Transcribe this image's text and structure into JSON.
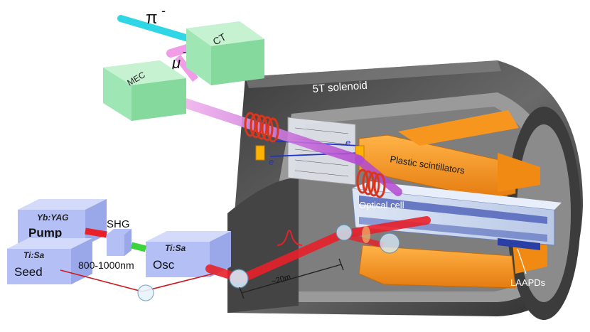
{
  "beam": {
    "pion": "π",
    "pion_charge": "-",
    "muon": "μ",
    "muon_charge": "-",
    "ct": "CT",
    "mec": "MEC"
  },
  "detector": {
    "solenoid": "5T solenoid",
    "scintillators": "Plastic scintillators",
    "optical_cell": "Optical cell",
    "laapds": "LAAPDs",
    "electron_upper": "e",
    "electron_lower": "e"
  },
  "laser": {
    "yag_line1": "Yb:YAG",
    "yag_line2": "Pump",
    "shg": "SHG",
    "seed_line1": "Ti:Sa",
    "seed_line2": "Seed",
    "osc_line1": "Ti:Sa",
    "osc_line2": "Osc",
    "wavelength": "800-1000nm",
    "distance": "~20m"
  },
  "colors": {
    "box_green": "#9ee6b3",
    "box_blue": "#b3bff5",
    "pion_beam": "#2fd6e6",
    "muon_beam": "#f09ce6",
    "laser_red": "#e8202a",
    "scintillator_orange": "#f7961e",
    "solenoid_gray": "#555555",
    "coil": "#d9361e"
  }
}
